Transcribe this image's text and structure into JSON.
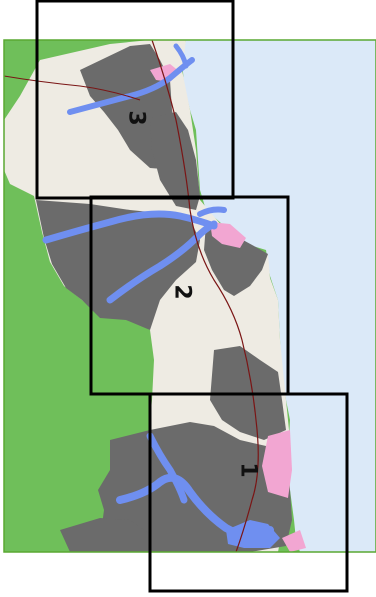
{
  "map": {
    "tiles": [
      {
        "label": "1"
      },
      {
        "label": "2"
      },
      {
        "label": "3"
      }
    ],
    "colors": {
      "background": "#ffffff",
      "frame_outline": "#5aa832",
      "land_green": "#6fbf5a",
      "land_beige": "#eeebe3",
      "urban_gray": "#6b6b6b",
      "water": "#dbe9f8",
      "river": "#6f8ff0",
      "highlight_pink": "#f2a6d2",
      "road": "#7a1515",
      "tile_border": "#000000"
    }
  }
}
